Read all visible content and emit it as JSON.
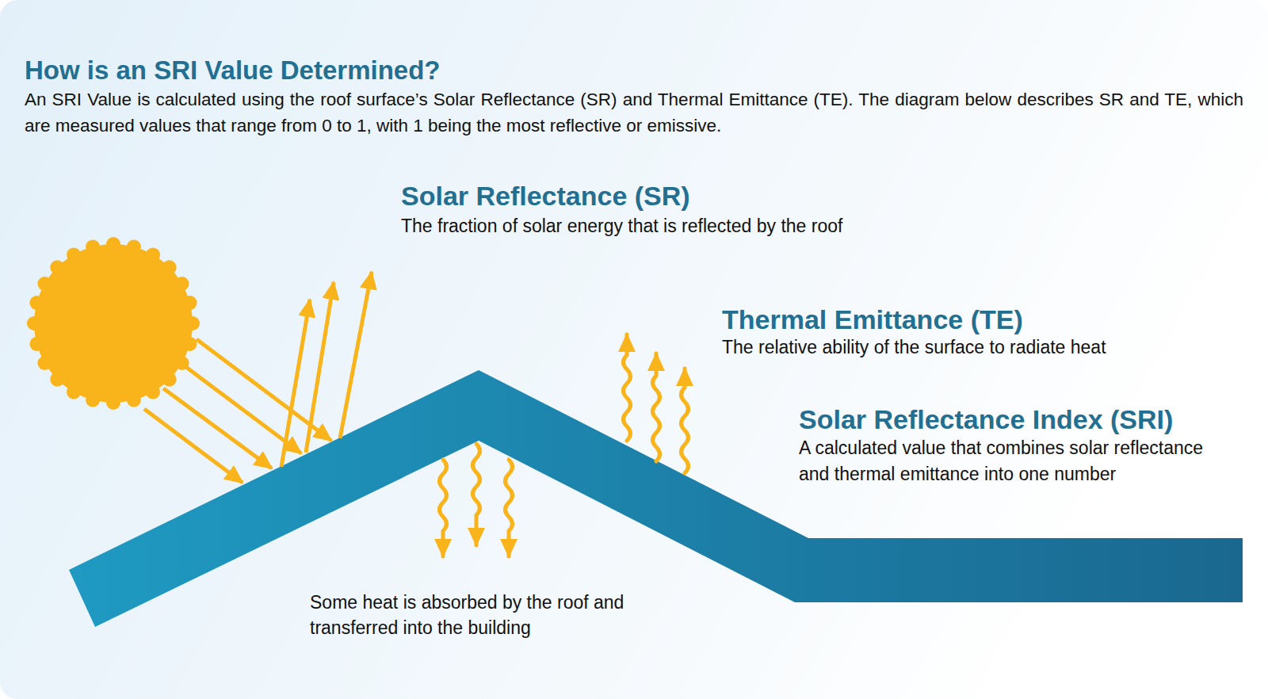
{
  "diagram": {
    "title": "How is an SRI Value Determined?",
    "labels": [
      "An SRI Value is calculated using the roof surface’s Solar Reflectance (SR) and Thermal Emittance (TE). The diagram below describes SR and TE, which are measured values that range from 0 to 1, with 1 being the most reflective or emissive.",
      "Solar Reflectance (SR)",
      "The fraction of solar energy that is reflected by the roof",
      "Thermal Emittance (TE)",
      "The relative ability of the surface to radiate heat",
      "Solar Reflectance Index (SRI)",
      "A calculated value that combines solar reflectance and thermal emittance into one number",
      "Some heat is absorbed by the roof and transferred into the building"
    ]
  }
}
